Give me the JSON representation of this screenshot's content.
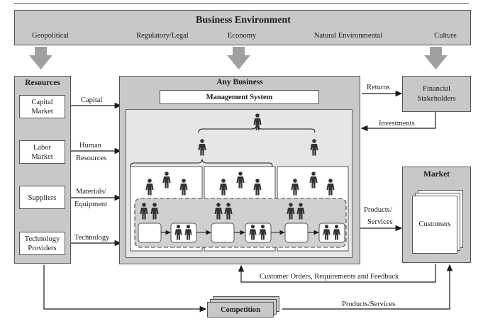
{
  "env": {
    "title": "Business Environment",
    "factors": [
      "Geopolitical",
      "Regulatory/Legal",
      "Economy",
      "Natural Environmental",
      "Culture"
    ]
  },
  "resources": {
    "title": "Resources",
    "items": [
      "Capital Market",
      "Labor Market",
      "Suppliers",
      "Technology Providers"
    ],
    "item_lines": [
      [
        "Capital",
        "Market"
      ],
      [
        "Labor",
        "Market"
      ],
      [
        "Suppliers"
      ],
      [
        "Technology",
        "Providers"
      ]
    ]
  },
  "flows_in": {
    "capital": "Capital",
    "human1": "Human",
    "human2": "Resources",
    "materials1": "Materials/",
    "materials2": "Equipment",
    "technology": "Technology"
  },
  "business": {
    "title": "Any Business",
    "management": "Management System"
  },
  "financial": {
    "line1": "Financial",
    "line2": "Stakeholders",
    "returns": "Returns",
    "investments": "Investments"
  },
  "market": {
    "title": "Market",
    "customers": "Customers",
    "products1": "Products/",
    "products2": "Services"
  },
  "feedback": "Customer Orders, Requirements and Feedback",
  "competition": {
    "label": "Competition",
    "products_services": "Products/Services"
  },
  "colors": {
    "box_fill": "#c8c8c8",
    "inner_fill": "#e6e6e6",
    "arrow_grey": "#a0a0a0",
    "line": "#1a1a1a"
  },
  "icons": [
    "person-icon",
    "arrow-down-icon"
  ]
}
